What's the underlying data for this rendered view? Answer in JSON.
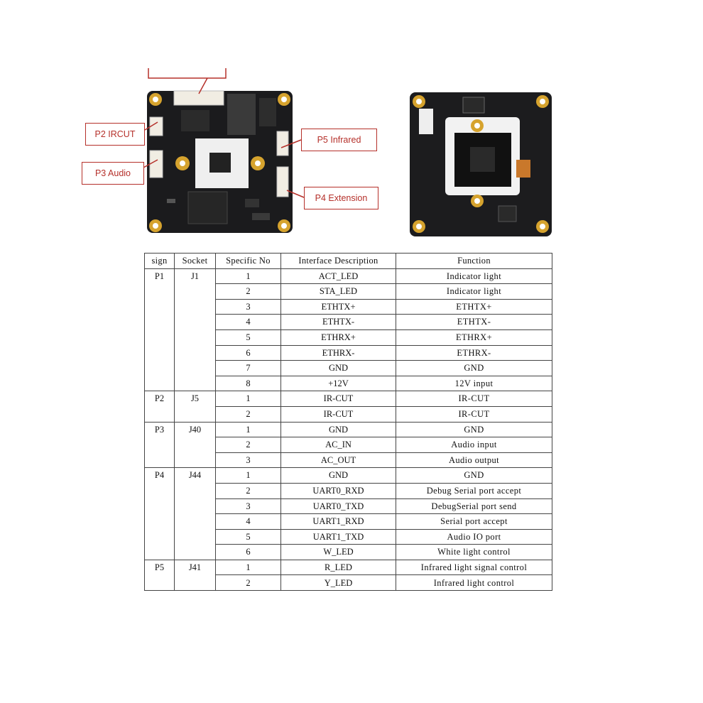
{
  "callouts": {
    "p2": "P2 IRCUT",
    "p3": "P3 Audio",
    "p5": "P5 Infrared",
    "p4": "P4 Extension"
  },
  "table": {
    "headers": [
      "sign",
      "Socket",
      "Specific No",
      "Interface Description",
      "Function"
    ],
    "groups": [
      {
        "sign": "P1",
        "socket": "J1",
        "rows": [
          {
            "no": "1",
            "desc": "ACT_LED",
            "func": "Indicator light"
          },
          {
            "no": "2",
            "desc": "STA_LED",
            "func": "Indicator light"
          },
          {
            "no": "3",
            "desc": "ETHTX+",
            "func": "ETHTX+"
          },
          {
            "no": "4",
            "desc": "ETHTX-",
            "func": "ETHTX-"
          },
          {
            "no": "5",
            "desc": "ETHRX+",
            "func": "ETHRX+"
          },
          {
            "no": "6",
            "desc": "ETHRX-",
            "func": "ETHRX-"
          },
          {
            "no": "7",
            "desc": "GND",
            "func": "GND"
          },
          {
            "no": "8",
            "desc": "+12V",
            "func": "12V input"
          }
        ]
      },
      {
        "sign": "P2",
        "socket": "J5",
        "rows": [
          {
            "no": "1",
            "desc": "IR-CUT",
            "func": "IR-CUT"
          },
          {
            "no": "2",
            "desc": "IR-CUT",
            "func": "IR-CUT"
          }
        ]
      },
      {
        "sign": "P3",
        "socket": "J40",
        "rows": [
          {
            "no": "1",
            "desc": "GND",
            "func": "GND"
          },
          {
            "no": "2",
            "desc": "AC_IN",
            "func": "Audio input"
          },
          {
            "no": "3",
            "desc": "AC_OUT",
            "func": "Audio output"
          }
        ]
      },
      {
        "sign": "P4",
        "socket": "J44",
        "rows": [
          {
            "no": "1",
            "desc": "GND",
            "func": "GND"
          },
          {
            "no": "2",
            "desc": "UART0_RXD",
            "func": "Debug Serial port accept"
          },
          {
            "no": "3",
            "desc": "UART0_TXD",
            "func": "DebugSerial port send"
          },
          {
            "no": "4",
            "desc": "UART1_RXD",
            "func": "Serial port accept"
          },
          {
            "no": "5",
            "desc": "UART1_TXD",
            "func": "Audio IO port"
          },
          {
            "no": "6",
            "desc": "W_LED",
            "func": "White light control"
          }
        ]
      },
      {
        "sign": "P5",
        "socket": "J41",
        "rows": [
          {
            "no": "1",
            "desc": "R_LED",
            "func": "Infrared light signal control"
          },
          {
            "no": "2",
            "desc": "Y_LED",
            "func": "Infrared light control"
          }
        ]
      }
    ]
  }
}
